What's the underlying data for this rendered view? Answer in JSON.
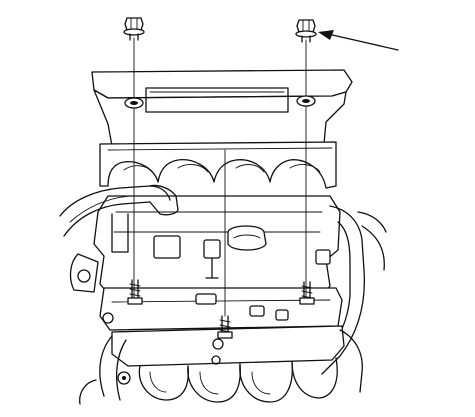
{
  "diagram": {
    "parts": [
      {
        "id": "bolt-left",
        "label": ""
      },
      {
        "id": "bolt-right",
        "label": ""
      },
      {
        "id": "engine-cover",
        "label": ""
      },
      {
        "id": "cylinder-head",
        "label": ""
      },
      {
        "id": "intake-manifold",
        "label": ""
      }
    ],
    "callout": {
      "target": "bolt-right",
      "text": ""
    },
    "colors": {
      "line": "#111111",
      "background": "#ffffff"
    }
  }
}
